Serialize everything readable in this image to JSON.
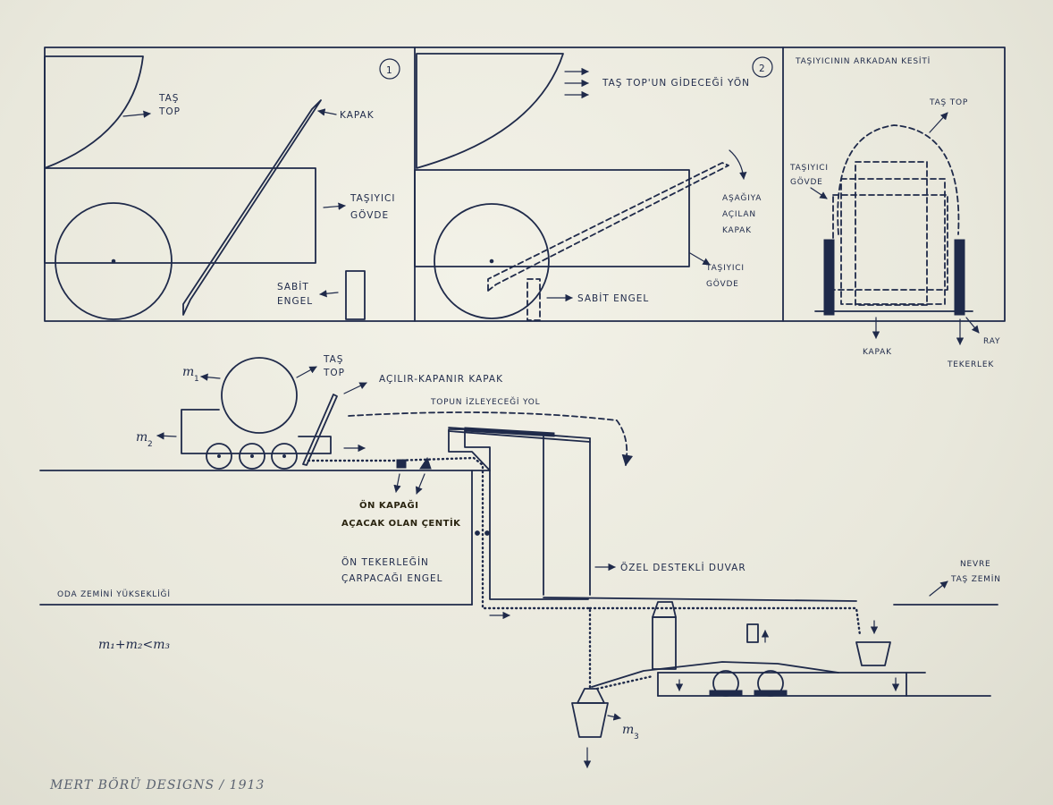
{
  "panel1": {
    "number": "1",
    "stone_ball": [
      "TAŞ",
      "TOP"
    ],
    "lid": "KAPAK",
    "body": [
      "TAŞIYICI",
      "GÖVDE"
    ],
    "obstacle": [
      "SABİT",
      "ENGEL"
    ]
  },
  "panel2": {
    "number": "2",
    "direction": "TAŞ TOP'UN GİDECEĞİ YÖN",
    "opening_lid": [
      "AŞAĞIYA",
      "AÇILAN",
      "KAPAK"
    ],
    "body": [
      "TAŞIYICI",
      "GÖVDE"
    ],
    "obstacle": "SABİT ENGEL"
  },
  "panel3": {
    "title": "TAŞIYICININ ARKADAN KESİTİ",
    "stone_ball": "TAŞ TOP",
    "body": [
      "TAŞIYICI",
      "GÖVDE"
    ],
    "lid": "KAPAK",
    "wheel": "TEKERLEK",
    "rail": "RAY"
  },
  "main": {
    "m1": "m",
    "m1_sub": "1",
    "m2": "m",
    "m2_sub": "2",
    "m3": "m",
    "m3_sub": "3",
    "stone_ball": [
      "TAŞ",
      "TOP"
    ],
    "hinged_lid": "AÇILIR-KAPANIR KAPAK",
    "ball_path": "TOPUN İZLEYECEĞİ YOL",
    "front_lid_notch": [
      "ÖN KAPAĞI",
      "AÇACAK OLAN ÇENTİK"
    ],
    "front_wheel_obstacle": [
      "ÖN TEKERLEĞİN",
      "ÇARPACAĞI ENGEL"
    ],
    "special_wall": "ÖZEL DESTEKLİ DUVAR",
    "floor_height": "ODA ZEMİNİ YÜKSEKLİĞİ",
    "outside_ground": [
      "NEVRE",
      "TAŞ ZEMİN"
    ],
    "equation": "m₁+m₂<m₃"
  },
  "signature": "MERT BÖRÜ DESIGNS / 1913"
}
